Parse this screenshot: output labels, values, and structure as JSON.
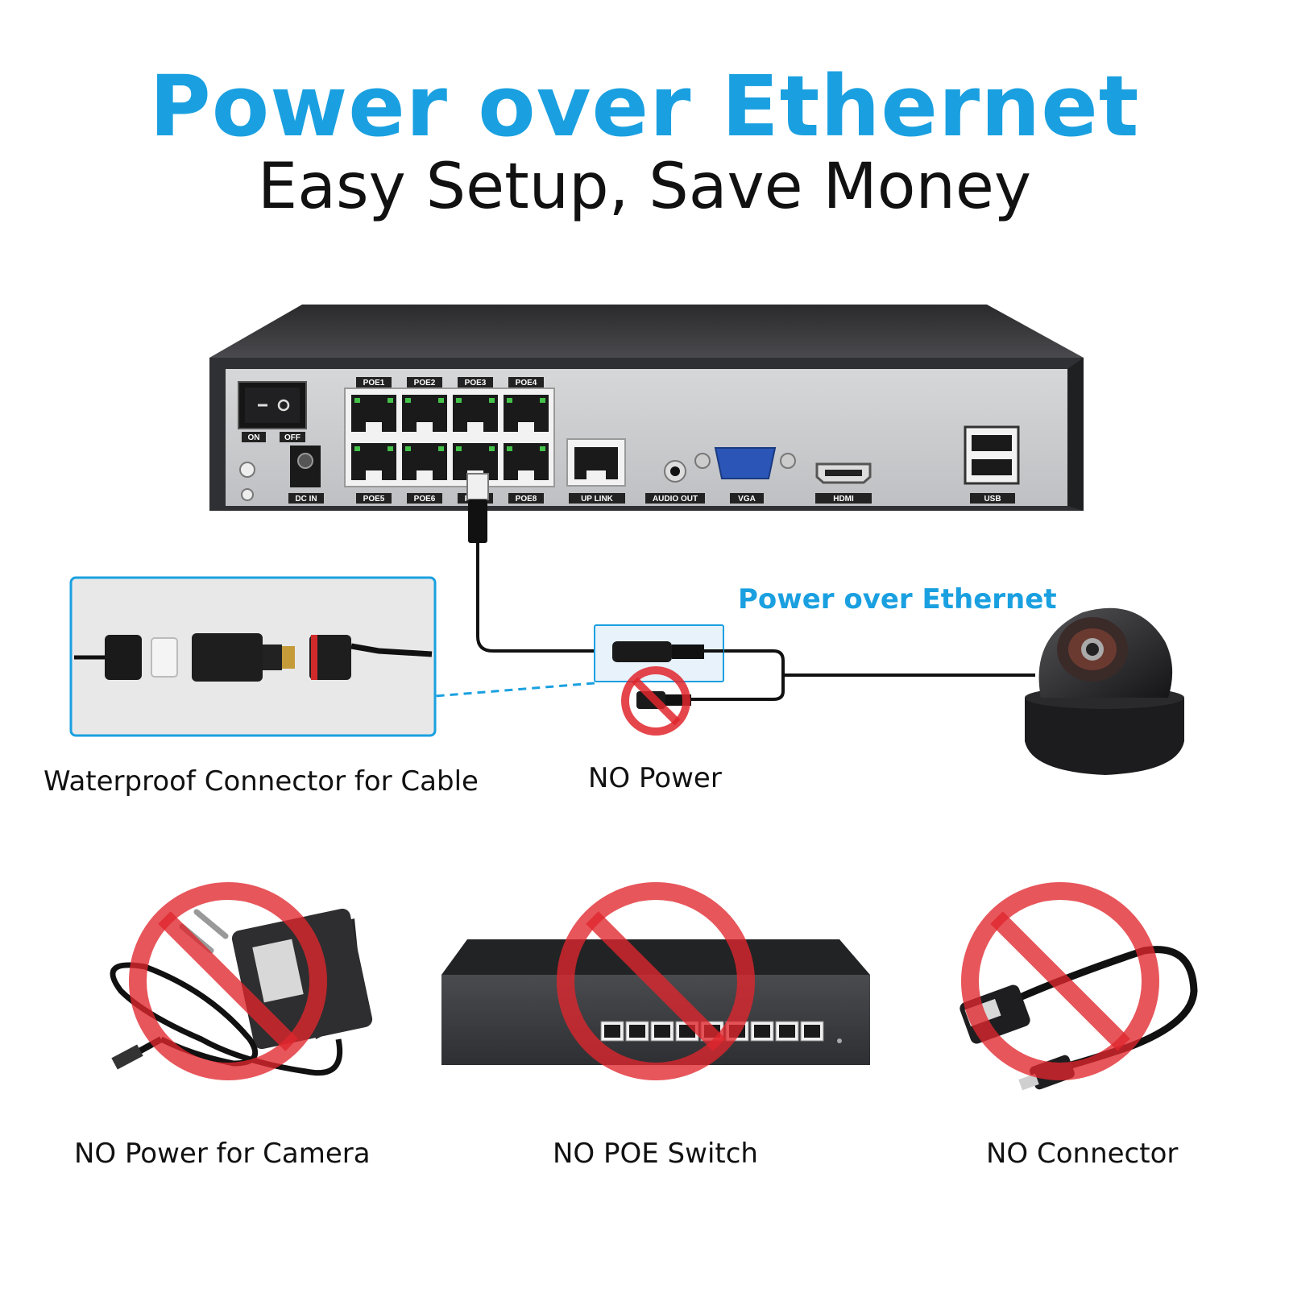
{
  "header": {
    "title": "Power over Ethernet",
    "subtitle": "Easy Setup, Save Money"
  },
  "nvr": {
    "power_switch": {
      "on": "ON",
      "off": "OFF"
    },
    "dc_in": "DC IN",
    "poe_top": [
      "POE1",
      "POE2",
      "POE3",
      "POE4"
    ],
    "poe_bottom": [
      "POE5",
      "POE6",
      "POE7",
      "POE8"
    ],
    "uplink": "UP LINK",
    "audio_out": "AUDIO OUT",
    "vga": "VGA",
    "hdmi": "HDMI",
    "usb": "USB"
  },
  "connection": {
    "poe_label": "Power over Ethernet",
    "waterproof_label": "Waterproof Connector for Cable",
    "no_power_label": "NO Power"
  },
  "not_needed": [
    {
      "label": "NO Power for Camera",
      "icon": "power-adapter-icon"
    },
    {
      "label": "NO POE Switch",
      "icon": "poe-switch-icon"
    },
    {
      "label": "NO Connector",
      "icon": "usb-connector-icon"
    }
  ],
  "colors": {
    "accent": "#1aa0e0",
    "prohibit": "#e0262d",
    "device_dark": "#3a3a3c",
    "panel": "#c9cacc"
  }
}
